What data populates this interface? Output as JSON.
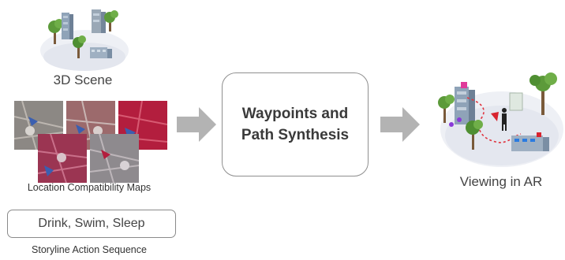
{
  "scene": {
    "label": "3D Scene"
  },
  "maps": {
    "label": "Location Compatibility Maps",
    "tile_colors": [
      "#8f8a86",
      "#a1696b",
      "#b1203c",
      "#9a3a52",
      "#8e8a8e"
    ]
  },
  "actions": {
    "text": "Drink, Swim, Sleep",
    "label": "Storyline Action Sequence"
  },
  "synthesis": {
    "line1": "Waypoints and",
    "line2": "Path Synthesis"
  },
  "output": {
    "label": "Viewing in AR"
  },
  "colors": {
    "arrow": "#b3b3b3",
    "box_border": "#8f8f8f",
    "tree": "#5c9a3a",
    "building": "#8f9fae",
    "path": "#e0343e"
  }
}
